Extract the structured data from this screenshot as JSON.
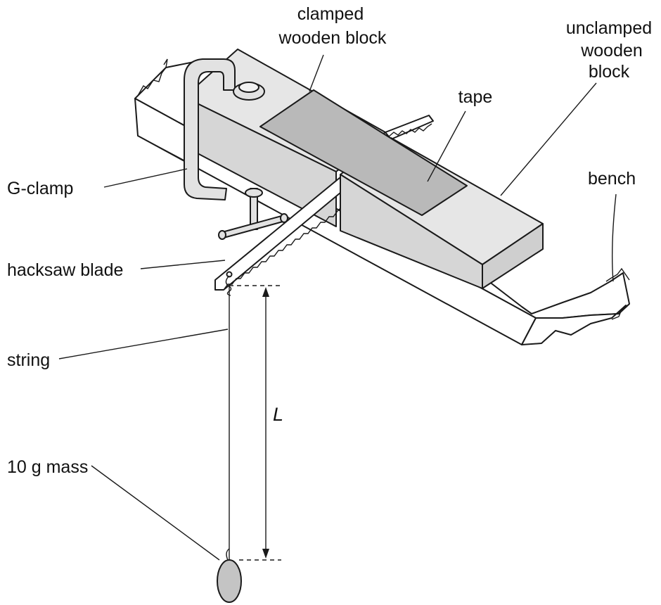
{
  "labels": {
    "clamped_block_line1": "clamped",
    "clamped_block_line2": "wooden block",
    "unclamped_block_line1": "unclamped",
    "unclamped_block_line2": "wooden",
    "unclamped_block_line3": "block",
    "tape": "tape",
    "g_clamp": "G-clamp",
    "bench": "bench",
    "hacksaw_blade": "hacksaw blade",
    "string": "string",
    "length": "L",
    "mass": "10 g mass"
  },
  "colors": {
    "outline": "#1a1a1a",
    "bench_top": "#ffffff",
    "block_top": "#e6e6e6",
    "block_side": "#d6d6d6",
    "tape": "#b9b9b9",
    "clamp": "#e2e2e2",
    "mass": "#c4c4c4"
  }
}
